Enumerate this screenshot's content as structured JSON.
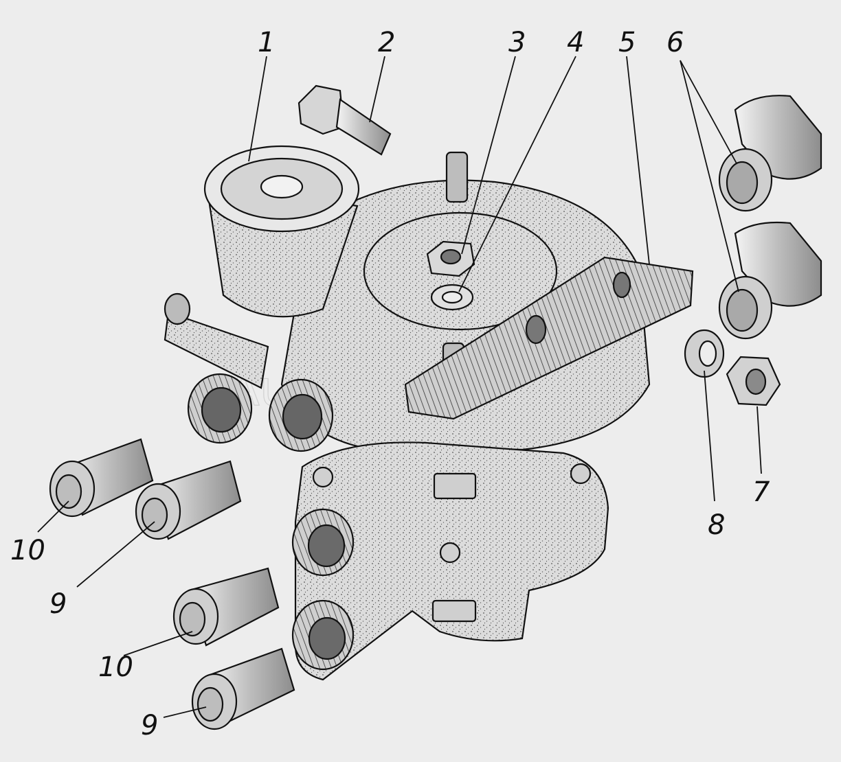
{
  "callouts": [
    "1",
    "2",
    "3",
    "4",
    "5",
    "6",
    "7",
    "8",
    "9",
    "10"
  ],
  "watermark": "Autosoft",
  "colors": {
    "background": "#ededed",
    "ink": "#111111",
    "body_fill": "#d4d4d4",
    "fitting_fill": "#c8c8c8"
  }
}
